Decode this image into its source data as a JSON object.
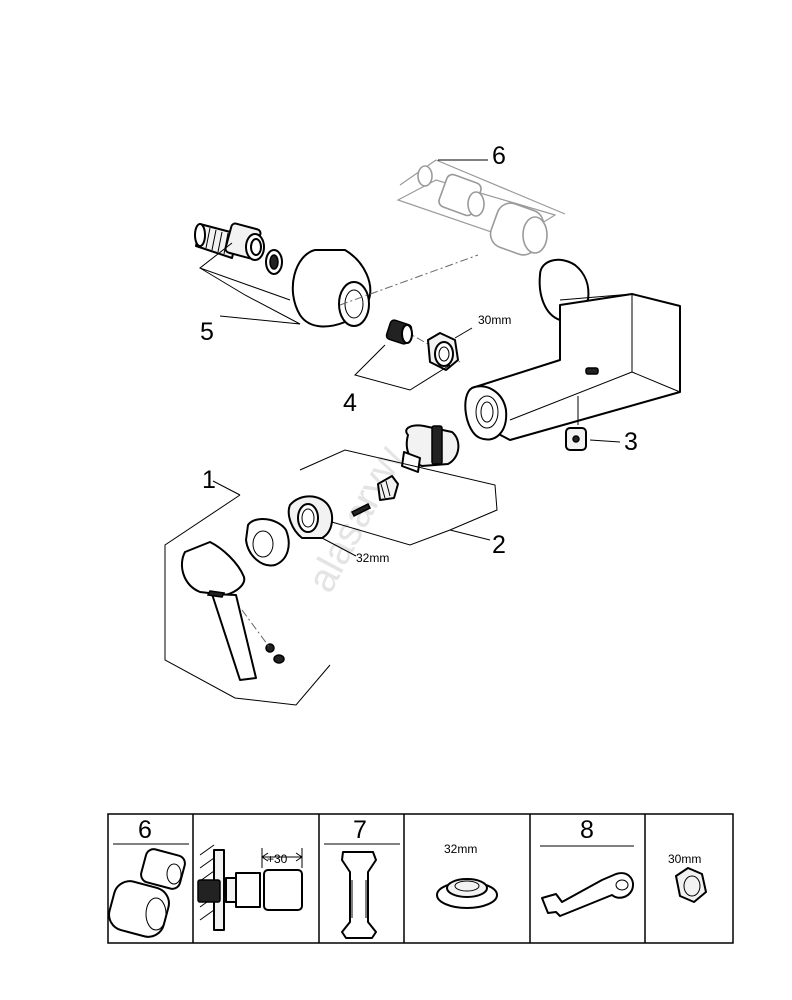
{
  "watermark": "alasarvw",
  "callouts": {
    "c1": "1",
    "c2": "2",
    "c3": "3",
    "c4": "4",
    "c5": "5",
    "c6": "6"
  },
  "dimensions": {
    "cap_nut": "30mm",
    "cartridge_nut": "32mm"
  },
  "parts_table": {
    "cell1_number": "6",
    "cell2_dimension": "+30",
    "cell3_number": "7",
    "cell4_dimension": "32mm",
    "cell5_number": "8",
    "cell6_dimension": "30mm"
  }
}
